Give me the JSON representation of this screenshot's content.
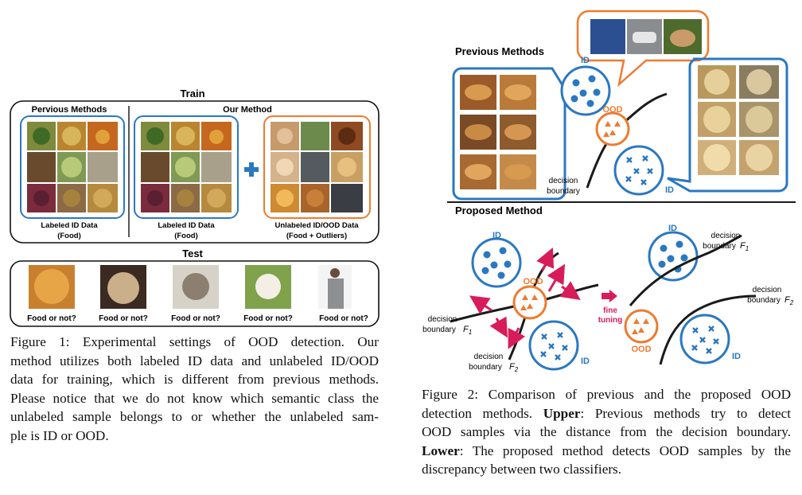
{
  "fig1": {
    "train_title": "Train",
    "previous_label": "Pervious Methods",
    "our_label": "Our Method",
    "labeled_caption_1": "Labeled ID Data",
    "labeled_caption_2": "(Food)",
    "unlabeled_caption_1": "Unlabeled ID/OOD Data",
    "unlabeled_caption_2": "(Food + Outliers)",
    "test_title": "Test",
    "test_items": [
      "Food or not?",
      "Food or not?",
      "Food or not?",
      "Food or not?",
      "Food or not?"
    ],
    "caption_lines": [
      "Figure 1:  Experimental settings of OOD detection.  Our",
      "method utilizes both labeled ID data and unlabeled ID/OOD",
      "data for training, which is different from previous methods.",
      "Please notice that we do not know which semantic class the",
      "unlabeled sample belongs to or whether the unlabeled sam-",
      "ple is ID or OOD."
    ]
  },
  "fig2": {
    "previous_title": "Previous Methods",
    "proposed_title": "Proposed Method",
    "id_label": "ID",
    "ood_label": "OOD",
    "decision_boundary_1": "decision",
    "decision_boundary_2": "boundary",
    "f1": "F",
    "f1_sub": "1",
    "f2": "F",
    "f2_sub": "2",
    "fine_1": "fine",
    "fine_2": "tuning",
    "caption": {
      "line1": "Figure 2:  Comparison of previous and the proposed OOD",
      "line2": "detection methods.",
      "upper_label": "Upper",
      "line2_rest": ": Previous methods try to detect",
      "line3": "OOD samples via the distance from the decision boundary.",
      "lower_label": "Lower",
      "line4_rest": ": The proposed method detects OOD samples by the",
      "line5": "discrepancy between two classifiers."
    }
  },
  "colors": {
    "blue": "#2a78c2",
    "orange": "#ee7b30",
    "pink": "#d81c5a",
    "dark": "#1a1a1a"
  }
}
